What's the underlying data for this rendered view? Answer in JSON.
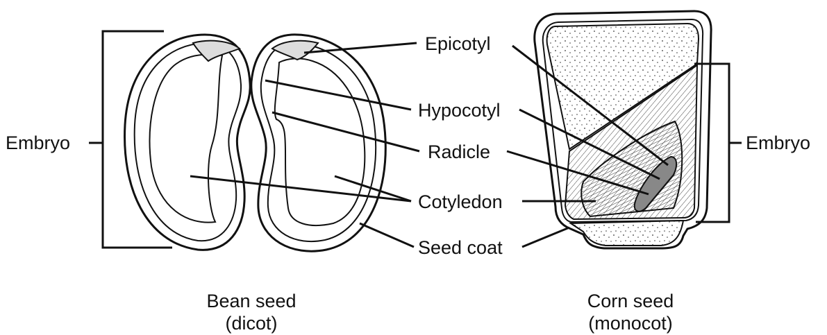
{
  "labels": {
    "embryo_left": "Embryo",
    "epicotyl": "Epicotyl",
    "hypocotyl": "Hypocotyl",
    "radicle": "Radicle",
    "cotyledon": "Cotyledon",
    "seed_coat": "Seed coat",
    "embryo_right": "Embryo"
  },
  "captions": {
    "bean": {
      "name": "Bean seed",
      "type": "(dicot)"
    },
    "corn": {
      "name": "Corn seed",
      "type": "(monocot)"
    }
  }
}
